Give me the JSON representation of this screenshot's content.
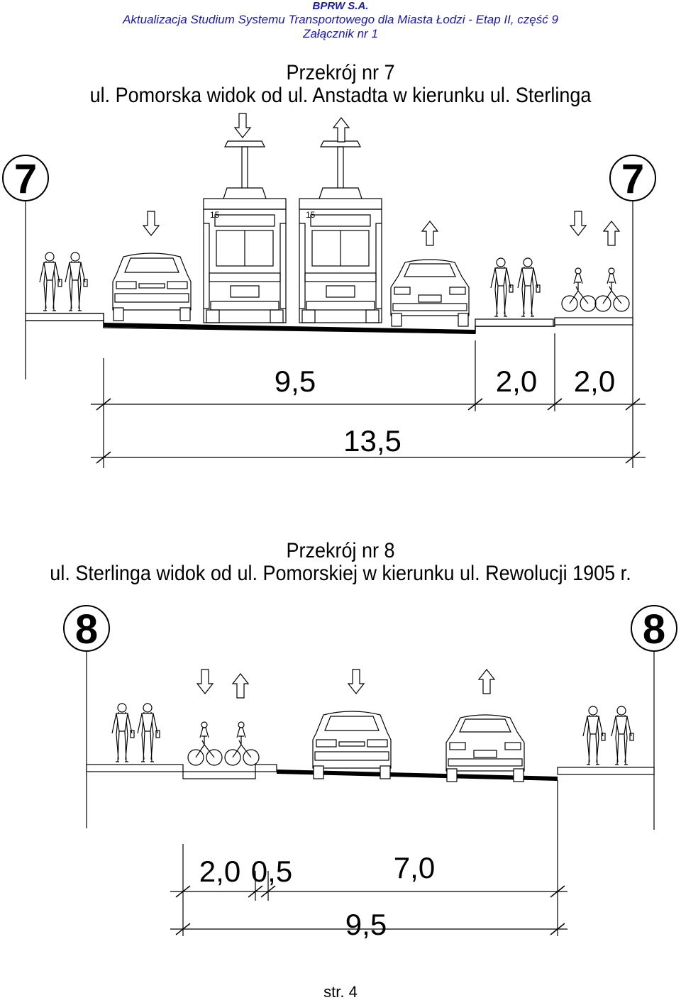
{
  "header": {
    "company": "BPRW S.A.",
    "study": "Aktualizacja Studium Systemu Transportowego dla Miasta Łodzi - Etap II, część 9",
    "annex": "Załącznik nr 1"
  },
  "section7": {
    "title": "Przekrój nr 7",
    "subtitle": "ul. Pomorska widok od ul. Anstadta w kierunku ul. Sterlinga",
    "marker": "7",
    "tram_number": "15",
    "dims": {
      "roadway": "9,5",
      "walk": "2,0",
      "bike": "2,0",
      "total": "13,5"
    }
  },
  "section8": {
    "title": "Przekrój nr 8",
    "subtitle": "ul. Sterlinga widok od ul. Pomorskiej w kierunku ul. Rewolucji 1905 r.",
    "marker": "8",
    "dims": {
      "walk": "2,0",
      "sep": "0,5",
      "roadway": "7,0",
      "total": "9,5"
    }
  },
  "footer": {
    "page": "str. 4"
  }
}
